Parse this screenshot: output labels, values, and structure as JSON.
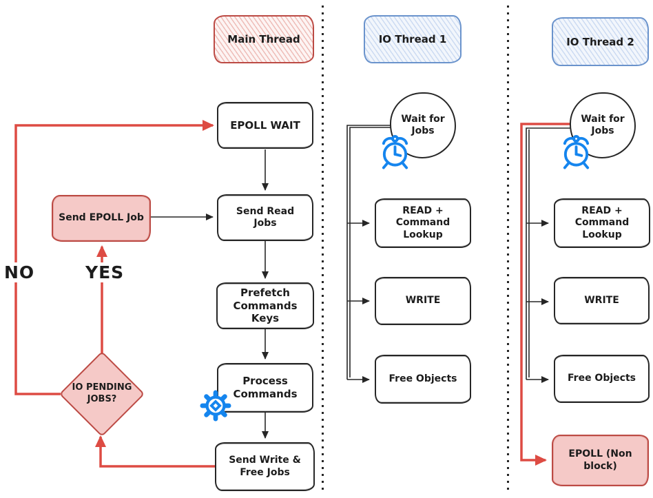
{
  "colors": {
    "black": "#262626",
    "red": "#dd4b43",
    "red_dark": "#bc4a44",
    "red_fill": "#f5c9c7",
    "red_hatch": "#eebdb8",
    "blue": "#6a93cc",
    "blue_hatch": "#ccdbf2",
    "icon_blue": "#1585ee"
  },
  "headers": {
    "main": "Main Thread",
    "io1": "IO Thread 1",
    "io2": "IO Thread 2"
  },
  "main_thread": {
    "epoll_wait": "EPOLL WAIT",
    "send_read_jobs": "Send Read Jobs",
    "prefetch": "Prefetch Commands Keys",
    "process": "Process Commands",
    "send_write": "Send Write & Free Jobs",
    "send_epoll_job": "Send EPOLL Job",
    "decision": "IO PENDING JOBS?",
    "no_label": "NO",
    "yes_label": "YES"
  },
  "io_thread_1": {
    "wait": "Wait for Jobs",
    "read": "READ + Command Lookup",
    "write": "WRITE",
    "free": "Free Objects"
  },
  "io_thread_2": {
    "wait": "Wait for Jobs",
    "read": "READ + Command Lookup",
    "write": "WRITE",
    "free": "Free Objects",
    "epoll": "EPOLL (Non block)"
  },
  "icons": {
    "gear": "gear-icon",
    "alarm_1": "alarm-clock-icon",
    "alarm_2": "alarm-clock-icon"
  }
}
